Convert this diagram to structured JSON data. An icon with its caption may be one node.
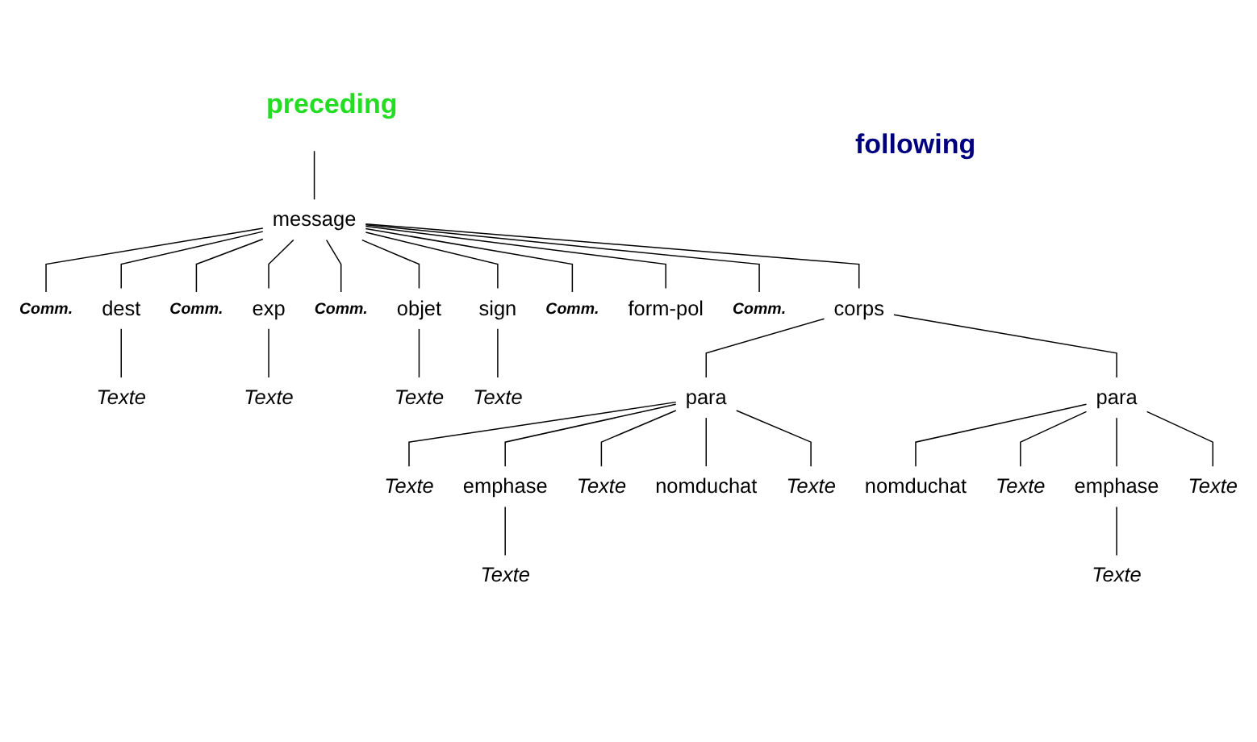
{
  "diagram": {
    "nodes": [
      {
        "text": [
          "message"
        ]
      },
      {
        "text": [
          "Comm."
        ]
      },
      {
        "text": [
          "dest"
        ]
      },
      {
        "text": [
          "Comm."
        ]
      },
      {
        "text": [
          "exp"
        ]
      },
      {
        "text": [
          "Comm."
        ]
      },
      {
        "text": [
          "objet"
        ]
      },
      {
        "text": [
          "corps"
        ]
      },
      {
        "text": [
          "Comm."
        ]
      },
      {
        "text": [
          "form-pol"
        ]
      },
      {
        "text": [
          "Comm."
        ]
      },
      {
        "text": [
          "sign"
        ]
      },
      {
        "text": [
          "Texte"
        ]
      },
      {
        "text": [
          "Texte"
        ]
      },
      {
        "text": [
          "Texte"
        ]
      },
      {
        "text": [
          "Texte"
        ]
      },
      {
        "text": [
          "para"
        ]
      },
      {
        "text": [
          "para"
        ]
      },
      {
        "text": [
          "Texte"
        ]
      },
      {
        "text": [
          "emphase"
        ]
      },
      {
        "text": [
          "Texte"
        ]
      },
      {
        "text": [
          "nomduchat"
        ]
      },
      {
        "text": [
          "Texte"
        ]
      },
      {
        "text": [
          "nomduchat"
        ]
      },
      {
        "text": [
          "Texte"
        ]
      },
      {
        "text": [
          "emphase"
        ]
      },
      {
        "text": [
          "Texte"
        ]
      },
      {
        "text": [
          "Texte"
        ]
      },
      {
        "text": [
          "Texte"
        ]
      }
    ],
    "edges": [
      {
        "from": null,
        "to": 0,
        "arrow": "none"
      },
      {
        "from": 0,
        "to": 1,
        "arrow": "none"
      },
      {
        "from": 0,
        "to": 2,
        "arrow": "none"
      },
      {
        "from": 0,
        "to": 3,
        "arrow": "none"
      },
      {
        "from": 0,
        "to": 4,
        "arrow": "none"
      },
      {
        "from": 0,
        "to": 5,
        "arrow": "none"
      },
      {
        "from": 0,
        "to": 6,
        "arrow": "none"
      },
      {
        "from": 0,
        "to": 7,
        "arrow": "none"
      },
      {
        "from": 0,
        "to": 8,
        "arrow": "none"
      },
      {
        "from": 0,
        "to": 9,
        "arrow": "none"
      },
      {
        "from": 0,
        "to": 10,
        "arrow": "none"
      },
      {
        "from": 0,
        "to": 11,
        "arrow": "none"
      },
      {
        "from": 2,
        "to": 12,
        "arrow": "none"
      },
      {
        "from": 4,
        "to": 13,
        "arrow": "none"
      },
      {
        "from": 6,
        "to": 14,
        "arrow": "none"
      },
      {
        "from": 11,
        "to": 15,
        "arrow": "none"
      },
      {
        "from": 7,
        "to": 16,
        "arrow": "none"
      },
      {
        "from": 7,
        "to": 17,
        "arrow": "none"
      },
      {
        "from": 16,
        "to": 18,
        "arrow": "none"
      },
      {
        "from": 16,
        "to": 19,
        "arrow": "none"
      },
      {
        "from": 16,
        "to": 20,
        "arrow": "none"
      },
      {
        "from": 16,
        "to": 21,
        "arrow": "none"
      },
      {
        "from": 16,
        "to": 22,
        "arrow": "none"
      },
      {
        "from": 17,
        "to": 23,
        "arrow": "none"
      },
      {
        "from": 17,
        "to": 24,
        "arrow": "none"
      },
      {
        "from": 17,
        "to": 25,
        "arrow": "none"
      },
      {
        "from": 17,
        "to": 26,
        "arrow": "none"
      },
      {
        "from": 19,
        "to": 27,
        "arrow": "none"
      },
      {
        "from": 25,
        "to": 28,
        "arrow": "none"
      }
    ],
    "labels": [
      "preceding",
      "following"
    ]
  }
}
